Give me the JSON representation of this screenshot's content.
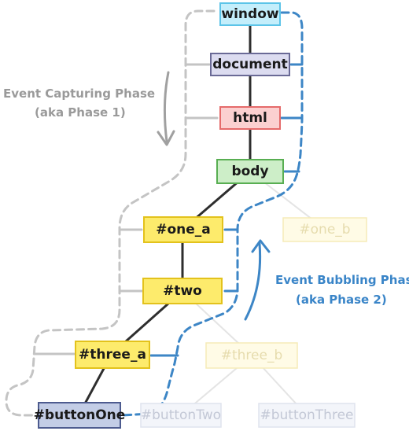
{
  "diagram": {
    "phases": {
      "capturing": {
        "line1": "Event Capturing Phase",
        "line2": "(aka Phase 1)"
      },
      "bubbling": {
        "line1": "Event Bubbling Phase",
        "line2": "(aka Phase 2)"
      }
    },
    "nodes": {
      "window": "window",
      "document": "document",
      "html": "html",
      "body": "body",
      "one_a": "#one_a",
      "one_b": "#one_b",
      "two": "#two",
      "three_a": "#three_a",
      "three_b": "#three_b",
      "buttonOne": "#buttonOne",
      "buttonTwo": "#buttonTwo",
      "buttonThree": "#buttonThree"
    }
  },
  "colors": {
    "capturing_path": "#c4c4c4",
    "capturing_text": "#9a9a9a",
    "bubbling_path": "#3d86c6",
    "bubbling_text": "#3a85c8",
    "tree_line": "#2e2e2e",
    "faded_line": "#e4e4e4"
  }
}
